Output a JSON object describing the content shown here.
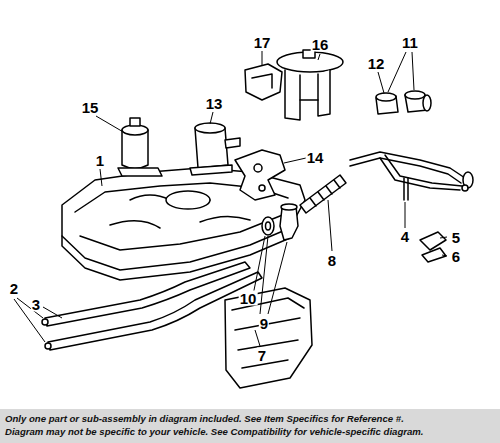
{
  "diagram": {
    "labels": [
      "1",
      "2",
      "3",
      "4",
      "5",
      "6",
      "7",
      "8",
      "9",
      "10",
      "11",
      "12",
      "13",
      "14",
      "15",
      "16",
      "17",
      "Only one part or sub-assembly in diagram included. See Item Specifics for Reference #.",
      "Diagram may not be specific to your vehicle. See Compatibility for vehicle-specific diagram."
    ]
  }
}
